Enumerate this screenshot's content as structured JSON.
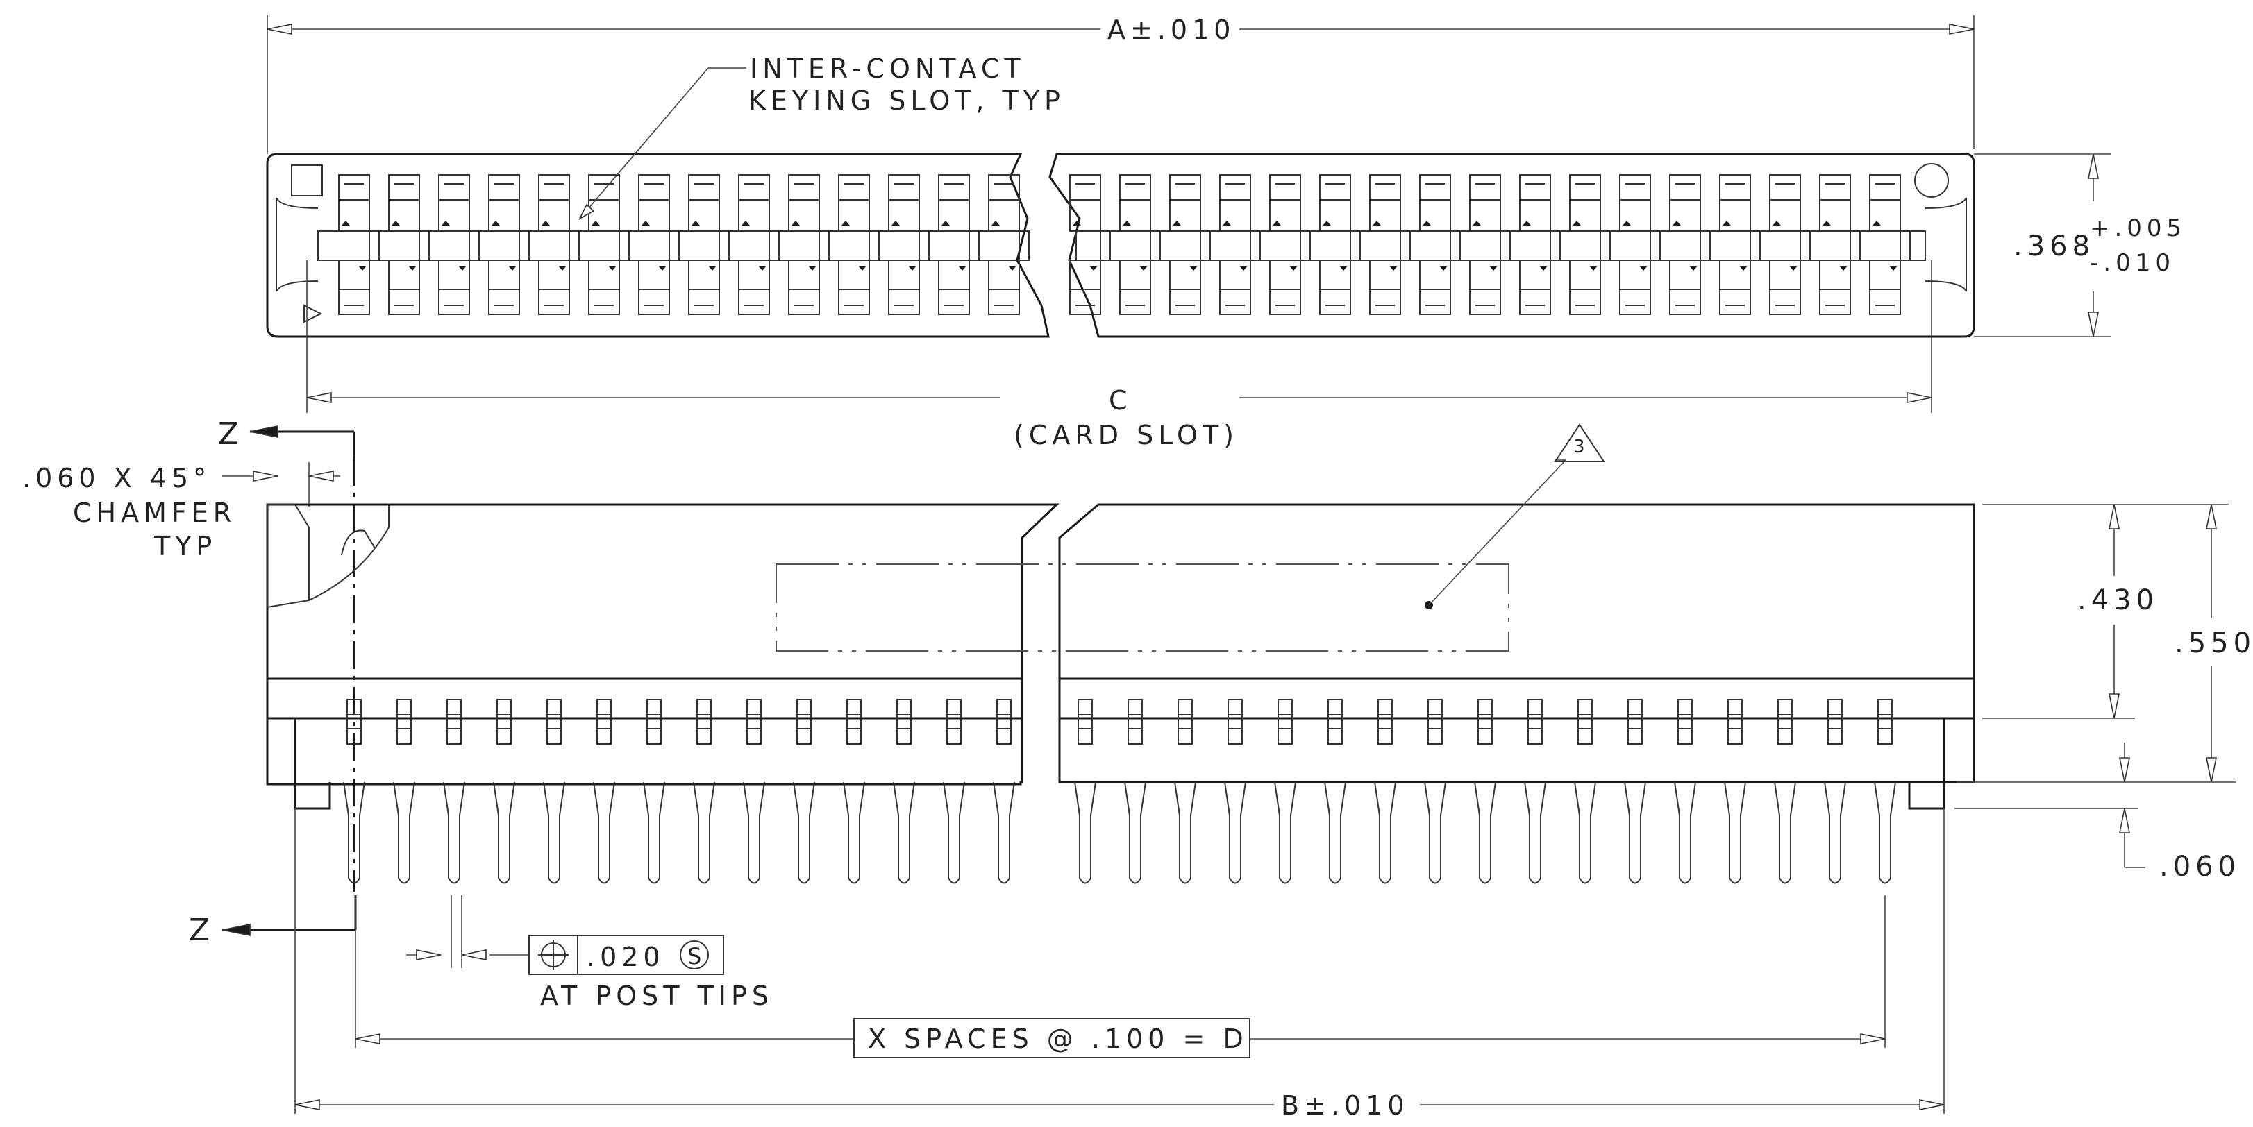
{
  "top_view": {
    "keying_note_line1": "INTER-CONTACT",
    "keying_note_line2": "KEYING SLOT, TYP",
    "dim_a": "A±.010",
    "dim_card_slot_c": "C",
    "dim_card_slot_label": "(CARD SLOT)",
    "height_nominal": ".368",
    "height_tol_plus": "+.005",
    "height_tol_minus": "-.010"
  },
  "front_view": {
    "chamfer_dim": ".060 X 45°",
    "chamfer_label": "CHAMFER",
    "chamfer_typ": "TYP",
    "section_letter_top": "Z",
    "section_letter_bottom": "Z",
    "note_flag": "3",
    "dim_430": ".430",
    "dim_550": ".550",
    "dim_060": ".060",
    "position_tolerance": ".020",
    "material_condition": "S",
    "tolerance_note": "AT POST TIPS",
    "spacing_note": "X SPACES @ .100 = D",
    "dim_b": "B±.010"
  },
  "contact_counts": {
    "left_segment": 14,
    "right_segment": 17
  },
  "colors": {
    "line": "#1a1a1a",
    "background": "#ffffff"
  }
}
